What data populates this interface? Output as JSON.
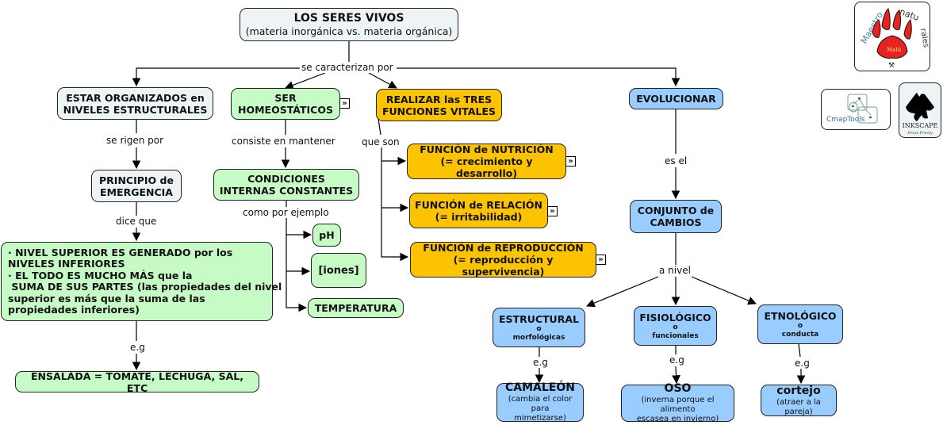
{
  "title": {
    "main": "LOS SERES VIVOS",
    "sub": "(materia inorgánica vs. materia orgánica)"
  },
  "linking_phrases": {
    "main": "se caracterizan por",
    "rigen": "se rigen por",
    "dice": "dice que",
    "eg_left": "e.g",
    "consiste": "consiste en mantener",
    "ejemplo": "como por ejemplo",
    "que_son": "que son",
    "es_el": "es el",
    "a_nivel": "a nivel",
    "eg1": "e.g",
    "eg2": "e.g",
    "eg3": "e.g"
  },
  "concepts": {
    "organizados": [
      "ESTAR ORGANIZADOS en",
      "NIVELES ESTRUCTURALES"
    ],
    "emergencia": [
      "PRINCIPIO de",
      "EMERGENCIA"
    ],
    "principle_text": [
      "· NIVEL SUPERIOR ES GENERADO por los",
      "NIVELES INFERIORES",
      "· EL TODO ES MUCHO MÁS que la",
      " SUMA DE SUS PARTES (las propiedades del nivel",
      "superior es más que la suma de las",
      "propiedades inferiores)"
    ],
    "ensalada": "ENSALADA = TOMATE, LECHUGA, SAL, ETC",
    "homeostaticos": [
      "SER",
      "HOMEOSTÁTICOS"
    ],
    "condiciones": [
      "CONDICIONES",
      "INTERNAS CONSTANTES"
    ],
    "ph": "pH",
    "iones": "[iones]",
    "temperatura": "TEMPERATURA",
    "funciones": [
      "REALIZAR las TRES",
      "FUNCIONES VITALES"
    ],
    "nutricion": [
      "FUNCIÓN de NUTRICIÓN",
      "(= crecimiento y desarrollo)"
    ],
    "relacion": [
      "FUNCIÓN de RELACIÓN",
      "(= irritabilidad)"
    ],
    "reproduccion": [
      "FUNCIÓN de REPRODUCCIÓN",
      "(= reproducción y supervivencia)"
    ],
    "evolucionar": "EVOLUCIONAR",
    "cambios": [
      "CONJUNTO de",
      "CAMBIOS"
    ],
    "estructural": [
      "ESTRUCTURAL",
      "o",
      "morfológicas"
    ],
    "fisiologico": [
      "FISIOLÓGICO",
      "o",
      "funcionales"
    ],
    "etnologico": [
      "ETNOLÓGICO",
      "o",
      "conducta"
    ],
    "camaleon": [
      "CAMALEÓN",
      "(cambia el color para",
      "mimetizarse)"
    ],
    "oso": [
      "OSO",
      "(inverna porque el alimento",
      "escasea en invierno)"
    ],
    "cortejo": [
      "cortejo",
      "(atraer a la pareja)"
    ]
  },
  "expand_icon": "»",
  "logos": {
    "maestro": {
      "text": "Maestro de naturales",
      "badge": "Malú"
    },
    "cmaptools": "CmapTools",
    "inkscape": {
      "name": "INKSCAPE",
      "tagline": "Draw Freely"
    }
  },
  "colors": {
    "grey": "#eef3f5",
    "green": "#c6fbc6",
    "gold": "#fcc400",
    "blue": "#99ccff",
    "paw": "#e8231f"
  }
}
